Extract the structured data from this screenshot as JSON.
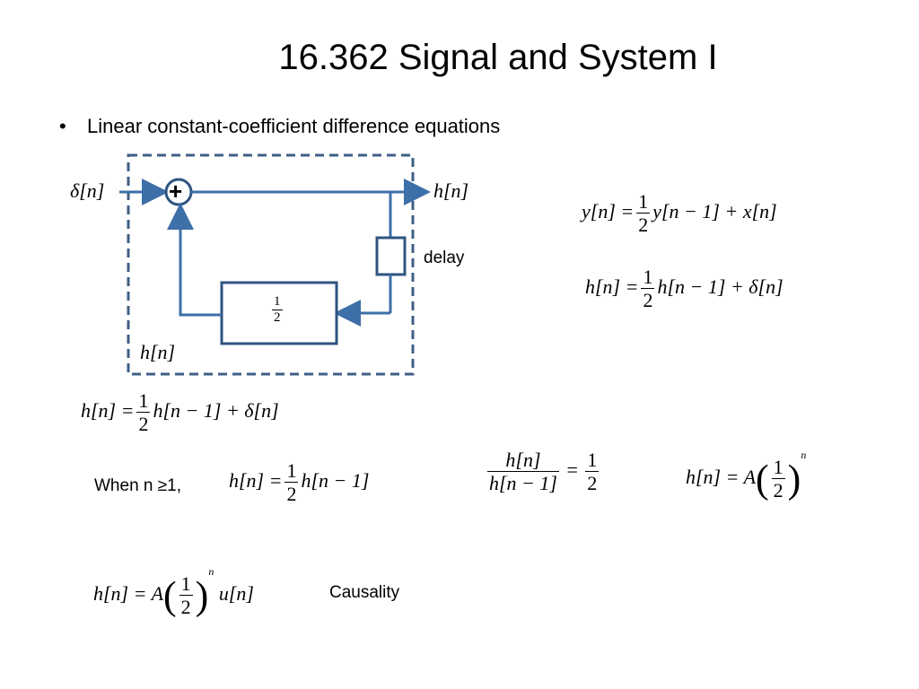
{
  "title": "16.362 Signal and System I",
  "bullet": {
    "marker": "•",
    "text": "Linear constant-coefficient difference equations"
  },
  "diagram": {
    "input_label": "δ[n]",
    "output_label": "h[n]",
    "feedback_label": "h[n]",
    "delay_label": "delay",
    "gain_num": "1",
    "gain_den": "2",
    "adder_symbol": "+"
  },
  "equations": {
    "eq1": {
      "lhs": "y[n] =",
      "num": "1",
      "den": "2",
      "rhs": "y[n − 1] + x[n]"
    },
    "eq2": {
      "lhs": "h[n] =",
      "num": "1",
      "den": "2",
      "rhs": "h[n − 1] + δ[n]"
    },
    "eq3": {
      "lhs": "h[n] =",
      "num": "1",
      "den": "2",
      "rhs": "h[n − 1] + δ[n]"
    },
    "eq4": {
      "lhs": "h[n] =",
      "num": "1",
      "den": "2",
      "rhs": "h[n − 1]"
    },
    "eq5": {
      "num": "h[n]",
      "den": "h[n − 1]",
      "eq": "=",
      "num2": "1",
      "den2": "2"
    },
    "eq6": {
      "lhs": "h[n] = A",
      "num": "1",
      "den": "2",
      "exp": "n"
    },
    "eq7": {
      "lhs": "h[n] = A",
      "num": "1",
      "den": "2",
      "exp": "n",
      "rhs": "u[n]"
    }
  },
  "labels": {
    "when": "When n ≥1,",
    "causality": "Causality"
  }
}
